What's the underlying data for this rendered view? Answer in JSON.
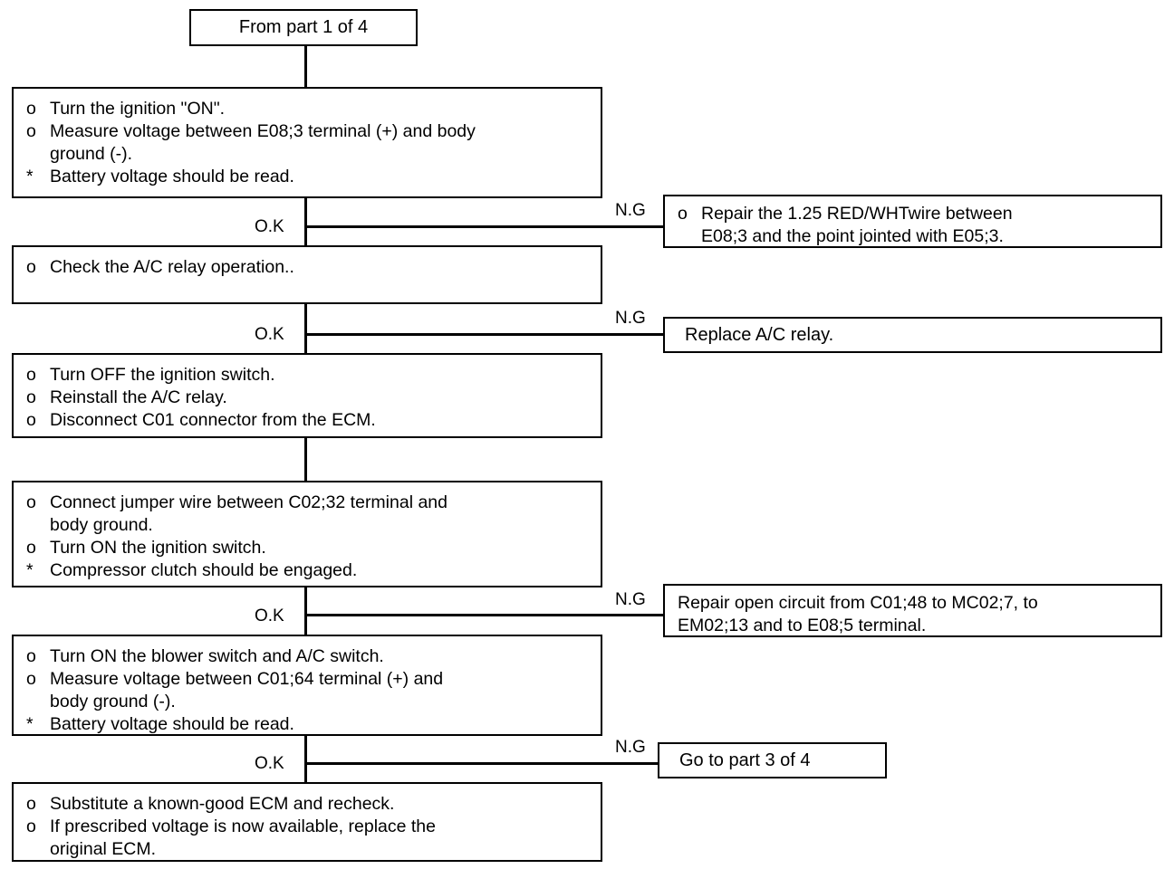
{
  "diagram": {
    "title": "From part 1 of 4",
    "branch_ok_label": "O.K",
    "branch_ng_label": "N.G",
    "bullet_circle": "o",
    "bullet_star": "*",
    "nodes": {
      "start": {
        "text": "From part 1 of 4"
      },
      "step1": {
        "lines": [
          {
            "bullet": "o",
            "text": "Turn the ignition \"ON\"."
          },
          {
            "bullet": "o",
            "text": "Measure voltage between E08;3 terminal (+) and body\nground (-)."
          },
          {
            "bullet": "*",
            "text": "Battery voltage should be read."
          }
        ]
      },
      "ng1": {
        "lines": [
          {
            "bullet": "o",
            "text": "Repair the 1.25 RED/WHTwire between\nE08;3 and the point jointed with E05;3."
          }
        ]
      },
      "step2": {
        "lines": [
          {
            "bullet": "o",
            "text": "Check the A/C relay operation.."
          }
        ]
      },
      "ng2": {
        "text": "Replace A/C relay."
      },
      "step3": {
        "lines": [
          {
            "bullet": "o",
            "text": "Turn OFF the ignition switch."
          },
          {
            "bullet": "o",
            "text": "Reinstall the A/C relay."
          },
          {
            "bullet": "o",
            "text": "Disconnect C01 connector from the ECM."
          }
        ]
      },
      "step4": {
        "lines": [
          {
            "bullet": "o",
            "text": "Connect jumper wire between C02;32 terminal and\nbody ground."
          },
          {
            "bullet": "o",
            "text": "Turn ON the ignition switch."
          },
          {
            "bullet": "*",
            "text": "Compressor clutch should be engaged."
          }
        ]
      },
      "ng3": {
        "text": "Repair open circuit from C01;48 to MC02;7, to\nEM02;13 and to E08;5 terminal."
      },
      "step5": {
        "lines": [
          {
            "bullet": "o",
            "text": "Turn ON the blower switch and A/C switch."
          },
          {
            "bullet": "o",
            "text": "Measure voltage between C01;64 terminal (+) and\nbody ground (-)."
          },
          {
            "bullet": "*",
            "text": "Battery voltage should be read."
          }
        ]
      },
      "ng4": {
        "text": "Go to  part 3 of 4"
      },
      "step6": {
        "lines": [
          {
            "bullet": "o",
            "text": "Substitute a known-good ECM and recheck."
          },
          {
            "bullet": "o",
            "text": "If prescribed voltage is now available, replace the\noriginal ECM."
          }
        ]
      }
    },
    "colors": {
      "stroke": "#000000",
      "background": "#ffffff"
    }
  }
}
